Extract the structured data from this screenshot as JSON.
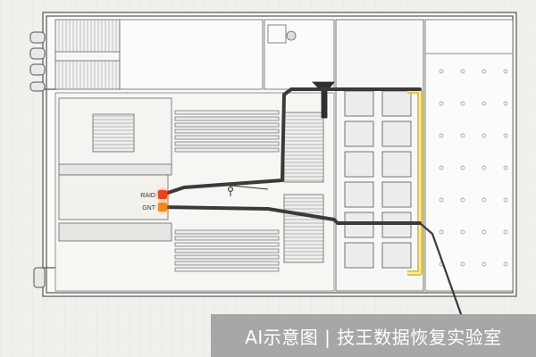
{
  "diagram": {
    "leds": [
      {
        "label": "RAID",
        "color": "#e8451f"
      },
      {
        "label": "GNT",
        "color": "#f08a1c"
      }
    ],
    "highlight_color": "#e6c63a",
    "cable_color": "#3a3a3a"
  },
  "watermark": {
    "text": "AI示意图 | 技王数据恢复实验室"
  }
}
